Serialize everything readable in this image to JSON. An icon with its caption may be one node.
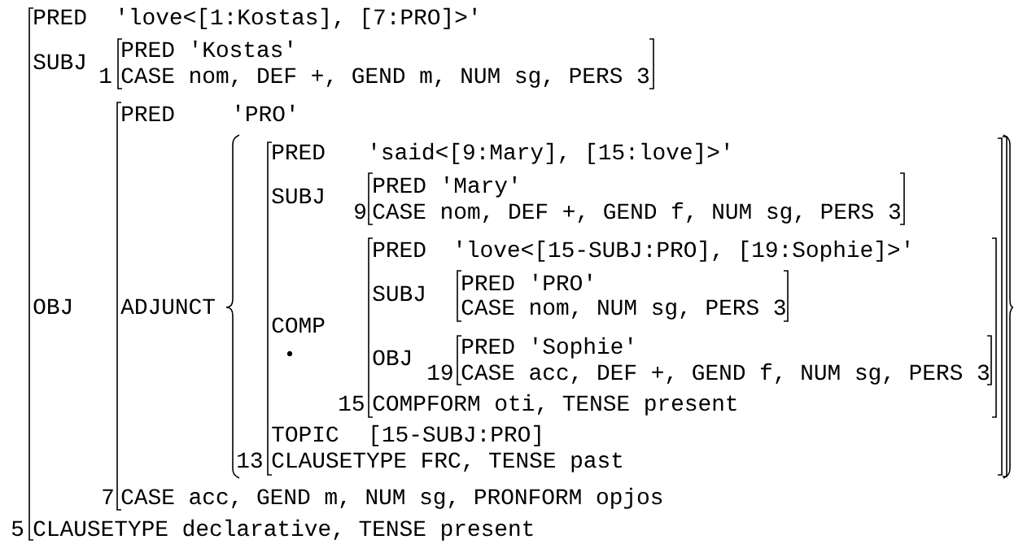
{
  "diagram": {
    "labels": [
      "PRED",
      "'love<[1:Kostas], [7:PRO]>'",
      "SUBJ",
      "PRED 'Kostas'",
      "1",
      "CASE nom, DEF +, GEND m, NUM sg, PERS 3",
      "PRED",
      "'PRO'",
      "PRED",
      "'said<[9:Mary], [15:love]>'",
      "SUBJ",
      "PRED 'Mary'",
      "9",
      "CASE nom, DEF +, GEND f, NUM sg, PERS 3",
      "PRED",
      "'love<[15-SUBJ:PRO], [19:Sophie]>'",
      "SUBJ",
      "PRED 'PRO'",
      "OBJ",
      "ADJUNCT",
      "CASE nom, NUM sg, PERS 3",
      "COMP",
      "OBJ",
      "PRED 'Sophie'",
      "19",
      "CASE acc, DEF +, GEND f, NUM sg, PERS 3",
      "15",
      "COMPFORM oti, TENSE present",
      "TOPIC",
      "[15-SUBJ:PRO]",
      "13",
      "CLAUSETYPE FRC, TENSE past",
      "7",
      "CASE acc, GEND m, NUM sg, PRONFORM opjos",
      "5",
      "CLAUSETYPE declarative, TENSE present"
    ]
  }
}
